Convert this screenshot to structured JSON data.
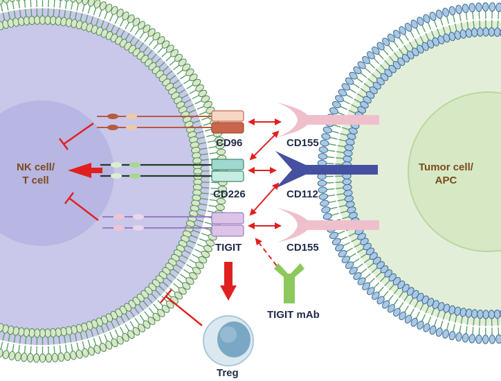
{
  "left_cell": {
    "line1": "NK cell/",
    "line2": "T cell"
  },
  "right_cell": {
    "line1": "Tumor cell/",
    "line2": "APC"
  },
  "receptors": {
    "cd96": "CD96",
    "cd226": "CD226",
    "tigit": "TIGIT"
  },
  "ligands": {
    "cd155_top": "CD155",
    "cd112": "CD112",
    "cd155_bottom": "CD155"
  },
  "treg_label": "Treg",
  "antibody_label": "TIGIT mAb",
  "colors": {
    "left_bead": "#d8e7c8",
    "right_bead": "#a8c8e4",
    "lipid_tail": "#5aa068",
    "left_cytoplasm": "#c9c8ea",
    "left_nucleus": "#b8b6e2",
    "right_cytoplasm": "#e3eed8",
    "right_nucleus": "#d7e8c5",
    "cd96": "#c8654a",
    "cd226": "#1f5a3a",
    "tigit": "#9c7ac4",
    "cd155": "#efc0cb",
    "cd112": "#4550a0",
    "arrow_red": "#e02020",
    "antibody": "#8dc85c"
  }
}
